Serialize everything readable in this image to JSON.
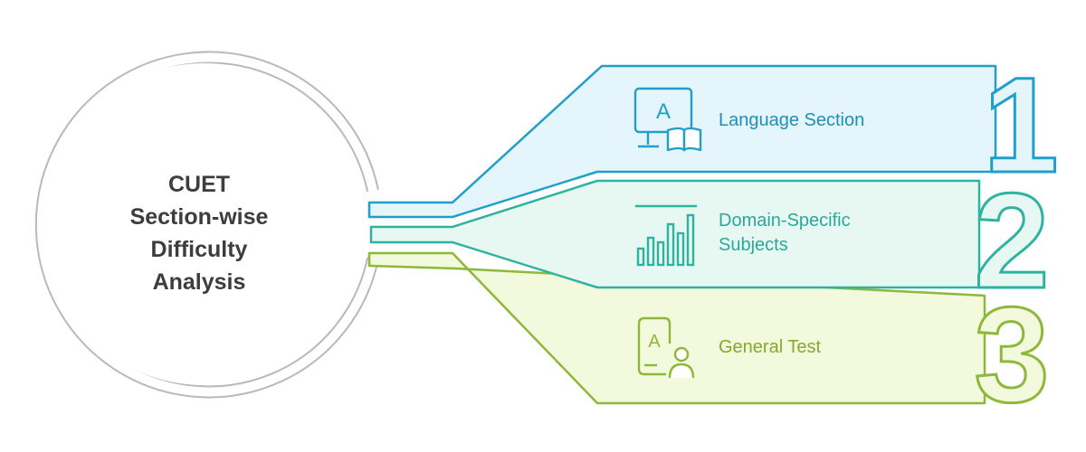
{
  "hub": {
    "title_lines": [
      "CUET",
      "Section-wise",
      "Difficulty",
      "Analysis"
    ]
  },
  "items": [
    {
      "number": "1",
      "label_lines": [
        "Language Section"
      ],
      "icon": "screen-book-icon",
      "color": "#1f9fc9",
      "fill": "#e4f5fb"
    },
    {
      "number": "2",
      "label_lines": [
        "Domain-Specific",
        "Subjects"
      ],
      "icon": "bar-chart-icon",
      "color": "#2db3a0",
      "fill": "#e6f8f1"
    },
    {
      "number": "3",
      "label_lines": [
        "General Test"
      ],
      "icon": "tablet-user-icon",
      "color": "#8db83a",
      "fill": "#f2f9dc"
    }
  ]
}
